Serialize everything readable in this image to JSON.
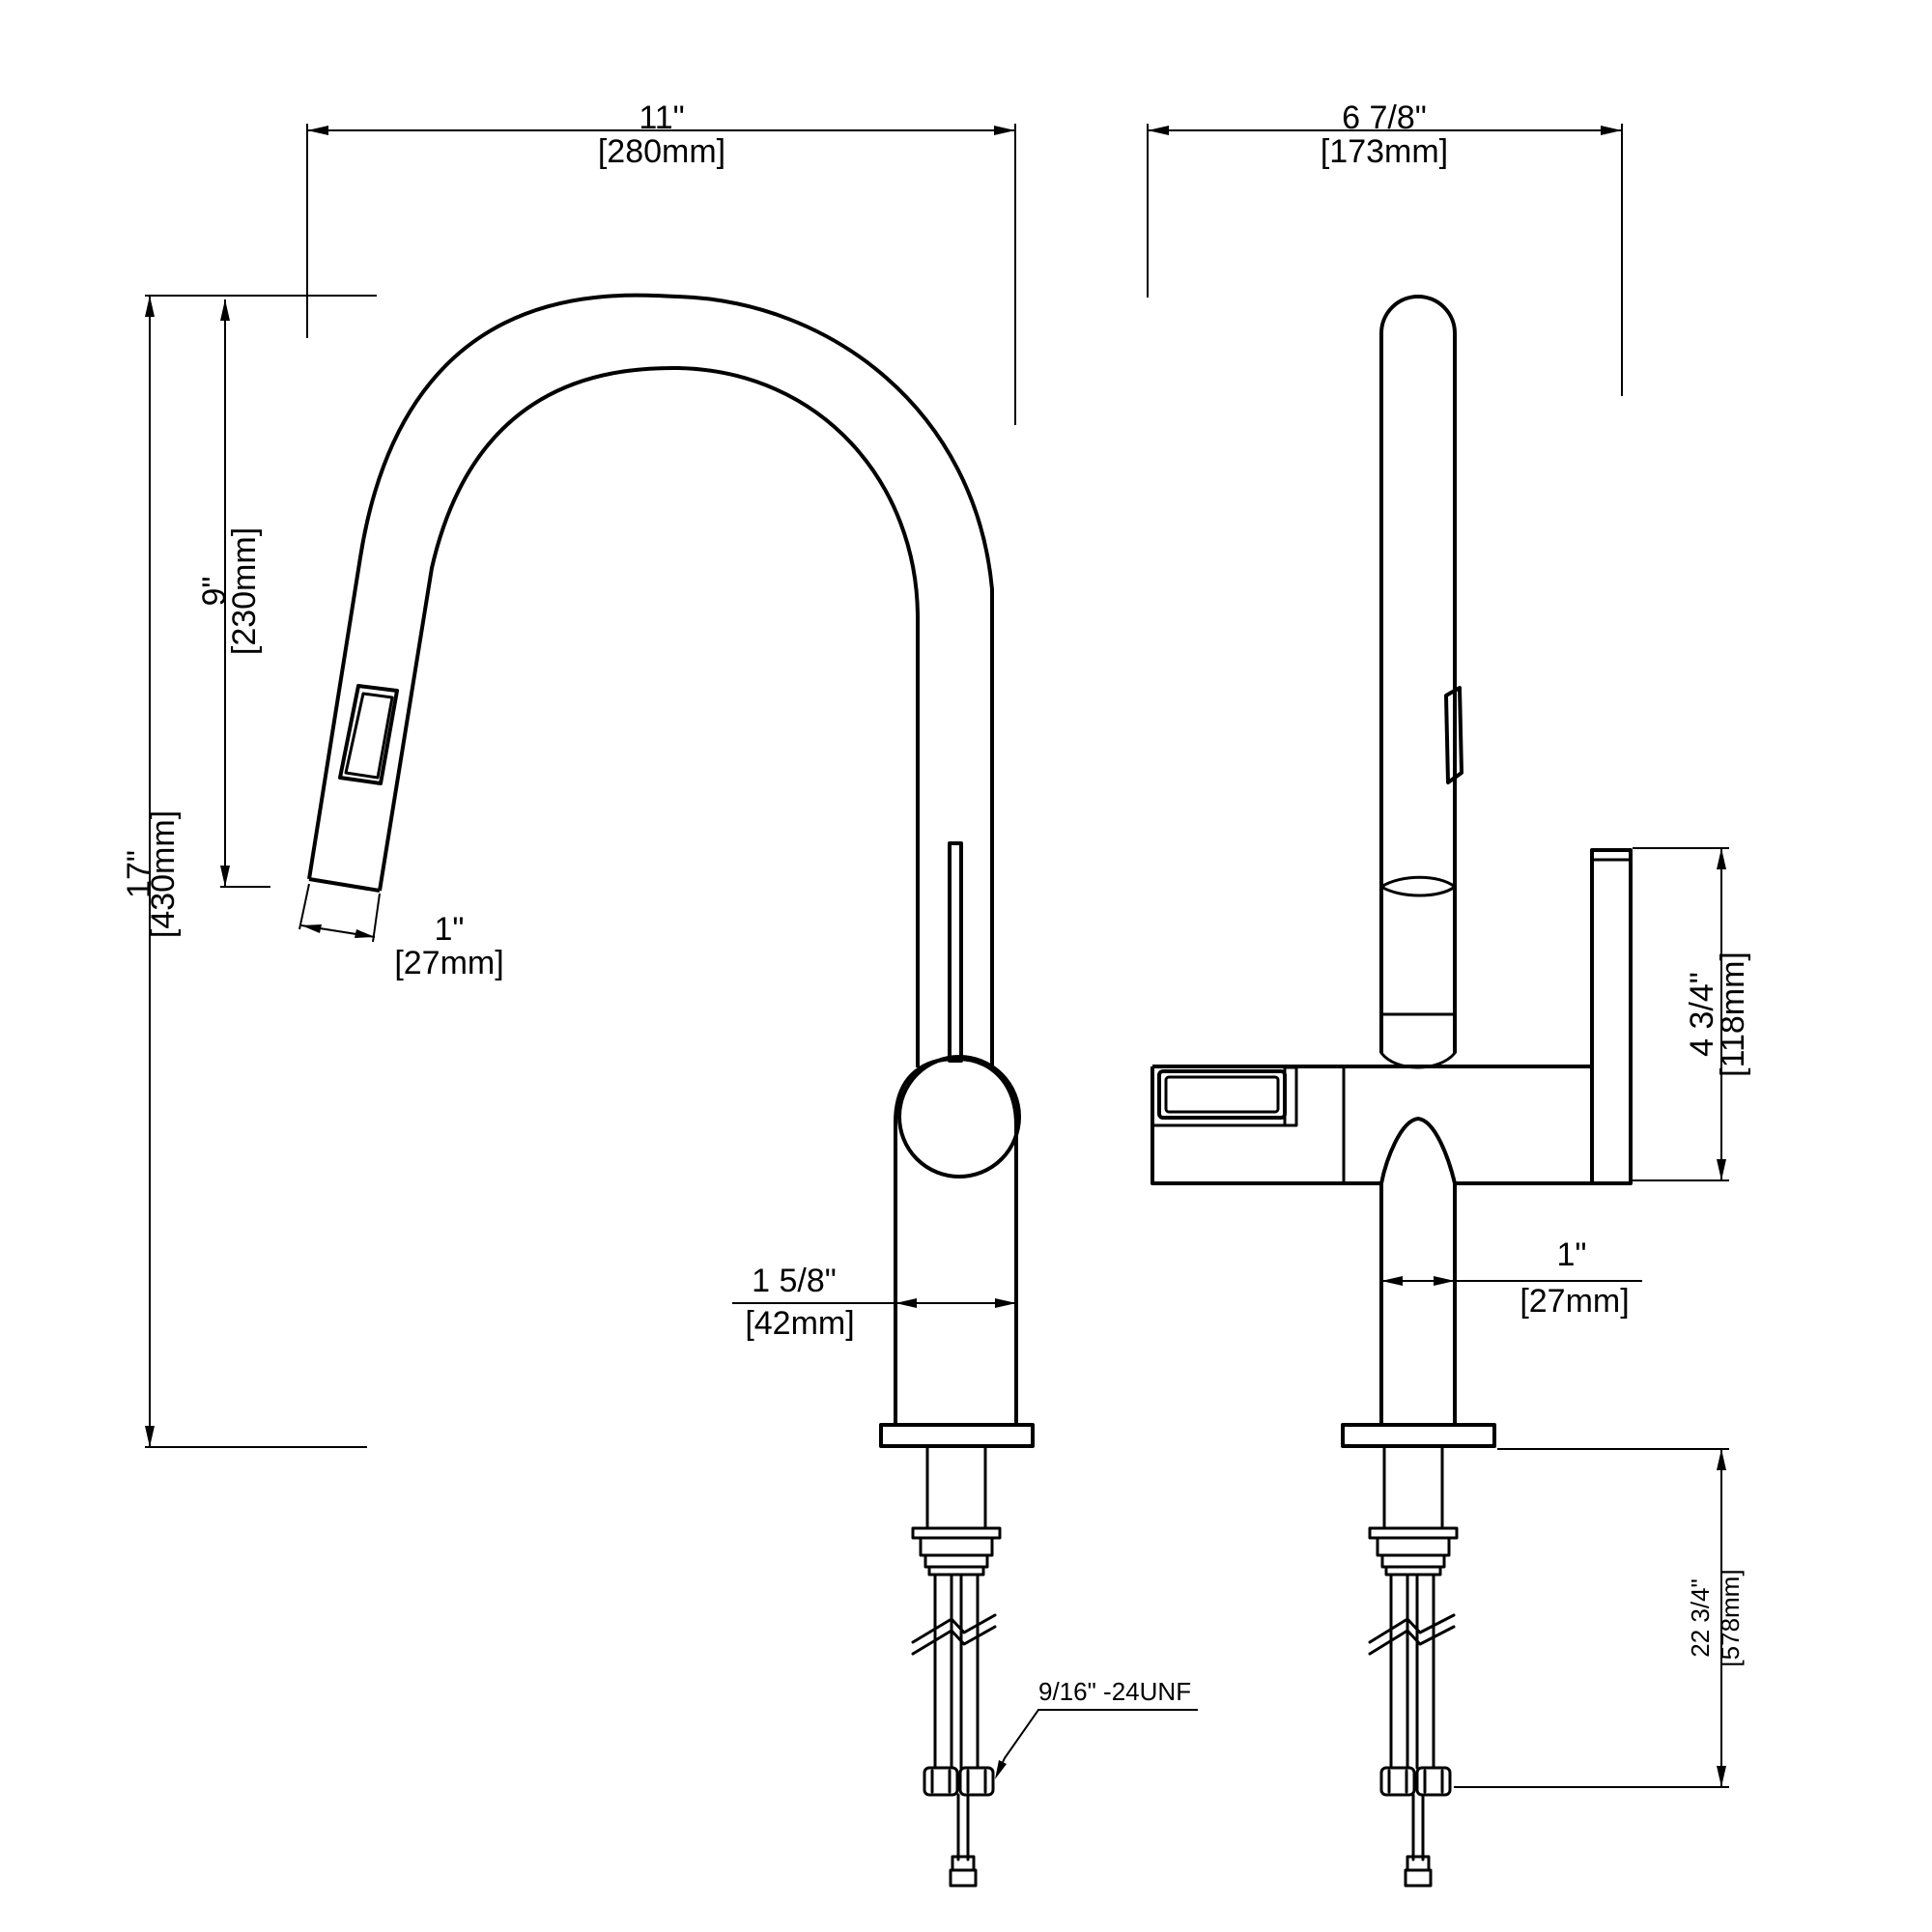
{
  "dimensions": {
    "overall_width": {
      "in": "11\"",
      "mm": "[280mm]"
    },
    "side_width": {
      "in": "6 7/8\"",
      "mm": "[173mm]"
    },
    "overall_height": {
      "in": "17\"",
      "mm": "[430mm]"
    },
    "spout_height": {
      "in": "9\"",
      "mm": "[230mm]"
    },
    "spray_head_width": {
      "in": "1\"",
      "mm": "[27mm]"
    },
    "body_diameter": {
      "in": "1 5/8\"",
      "mm": "[42mm]"
    },
    "spout_diameter": {
      "in": "1\"",
      "mm": "[27mm]"
    },
    "handle_height": {
      "in": "4 3/4\"",
      "mm": "[118mm]"
    },
    "hose_length": {
      "in": "22 3/4\"",
      "mm": "[578mm]"
    },
    "thread_spec": "9/16\" -24UNF"
  }
}
